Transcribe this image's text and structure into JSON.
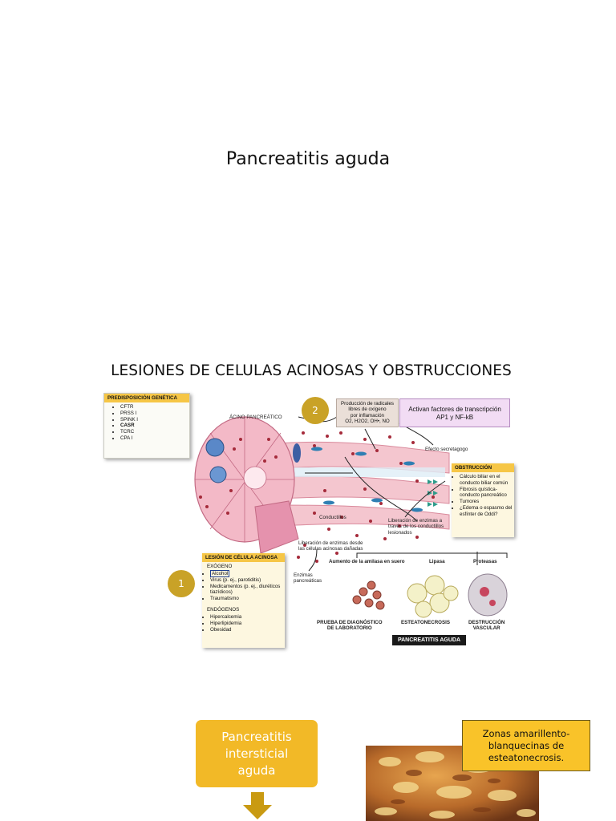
{
  "slide1": {
    "title": "Pancreatitis aguda"
  },
  "slide2": {
    "title": "LESIONES DE CELULAS ACINOSAS Y OBSTRUCCIONES",
    "figure": {
      "genetics": {
        "header": "PREDISPOSICIÓN GENÉTICA",
        "items": [
          "CFTR",
          "PRSS I",
          "SPINK I",
          "CASR",
          "TCRC",
          "CPA I"
        ]
      },
      "step1": "1",
      "step2": "2",
      "acinus_label": "ÁCINO PANCREÁTICO",
      "radicals": [
        "Producción de radicales",
        "libres de oxígeno",
        "por inflamación",
        "O2, H2O2, OH•, NO"
      ],
      "transcription": [
        "Activan factores de transcripción",
        "AP1 y NF-kB"
      ],
      "secretagogue": "Efecto secretagogo",
      "obstruction": {
        "header": "OBSTRUCCIÓN",
        "items": [
          "Cálculo biliar en el conducto biliar común",
          "Fibrosis quística-conducto pancreático",
          "Tumores",
          "¿Edema o espasmo del esfínter de Oddi?"
        ]
      },
      "ductules": "Conductillos",
      "enzyme_release_ducts": [
        "Liberación de enzimas a",
        "través de los conductillos",
        "lesionados"
      ],
      "enzyme_release_cells": [
        "Liberación de enzimas desde",
        "las células acinosas dañadas"
      ],
      "pancreatic_enzymes": [
        "Enzimas",
        "pancreáticas"
      ],
      "lesion": {
        "header": "LESIÓN DE CÉLULA ACINOSA",
        "exo_label": "EXÓGENO",
        "exo_items": [
          "Alcohol",
          "Virus (p. ej., parotiditis)",
          "Medicamentos (p. ej., diuréticos tiazídicos)",
          "Traumatismo"
        ],
        "endo_label": "ENDÓGENOS",
        "endo_items": [
          "Hipercalcemia",
          "Hiperlipidemia",
          "Obesidad"
        ]
      },
      "amylase": "Aumento de la amilasa en suero",
      "lipase": "Lipasa",
      "proteases": "Proteasas",
      "lab_test": [
        "PRUEBA DE DIAGNÓSTICO",
        "DE LABORATORIO"
      ],
      "fat_necrosis": "ESTEATONECROSIS",
      "vascular": [
        "DESTRUCCIÓN",
        "VASCULAR"
      ],
      "outcome": "PANCREATITIS AGUDA"
    }
  },
  "slide3": {
    "flow_box": "Pancreatitis intersticial aguda",
    "note": "Zonas amarillento-blanquecinas de esteatonecrosis."
  },
  "colors": {
    "gold": "#f2b927",
    "circle": "#c9a227",
    "card_header": "#f6c646"
  }
}
